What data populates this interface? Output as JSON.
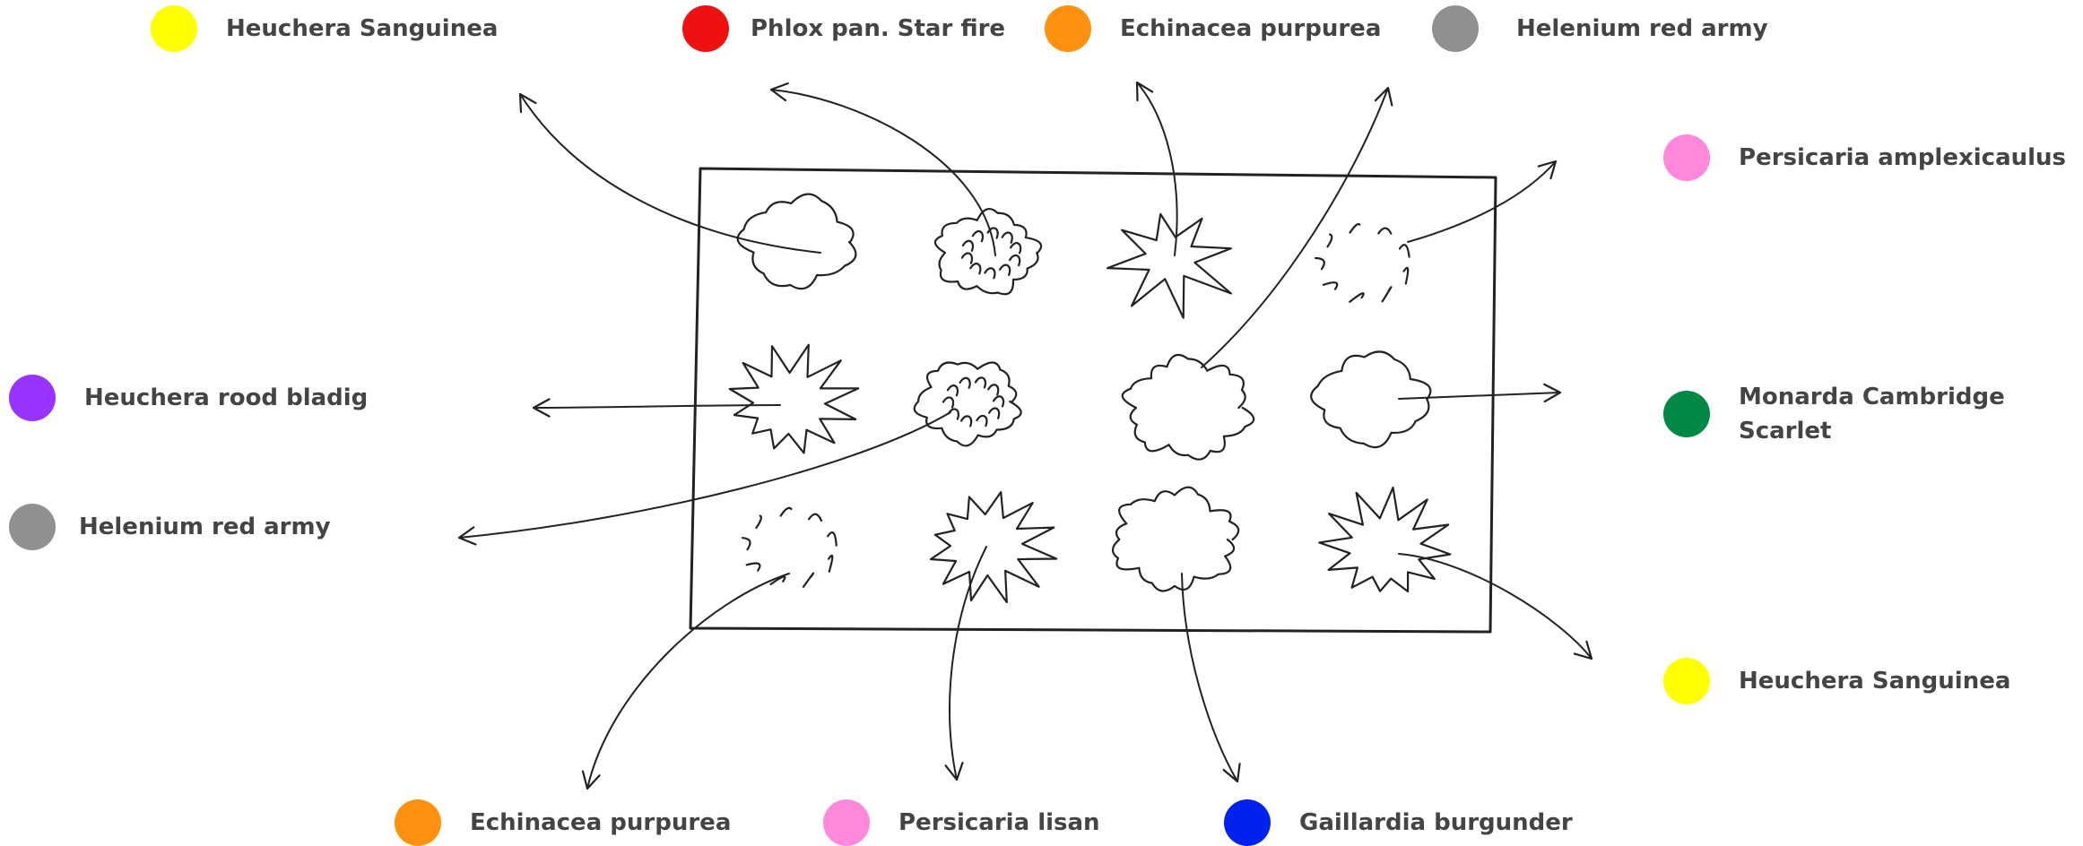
{
  "colors": {
    "yellow": "#ffff00",
    "red": "#ee1111",
    "orange": "#ff9010",
    "gray": "#909090",
    "pink": "#ff88dd",
    "purple": "#9933ff",
    "green": "#008844",
    "blue": "#0022ee"
  },
  "legend": [
    {
      "id": "top-1",
      "text": "Heuchera Sanguinea",
      "color": "yellow",
      "dot_icon": "yellow-dot-icon"
    },
    {
      "id": "top-2",
      "text": "Phlox pan. Star fire",
      "color": "red",
      "dot_icon": "red-dot-icon"
    },
    {
      "id": "top-3",
      "text": "Echinacea purpurea",
      "color": "orange",
      "dot_icon": "orange-dot-icon"
    },
    {
      "id": "top-4",
      "text": "Helenium red army",
      "color": "gray",
      "dot_icon": "gray-dot-icon"
    },
    {
      "id": "right-1",
      "text": "Persicaria amplexicaulus",
      "color": "pink",
      "dot_icon": "pink-dot-icon"
    },
    {
      "id": "right-2",
      "text": "Monarda Cambridge Scarlet",
      "color": "green",
      "dot_icon": "green-dot-icon"
    },
    {
      "id": "right-3",
      "text": "Heuchera Sanguinea",
      "color": "yellow",
      "dot_icon": "yellow-dot-icon"
    },
    {
      "id": "left-1",
      "text": "Heuchera rood bladig",
      "color": "purple",
      "dot_icon": "purple-dot-icon"
    },
    {
      "id": "left-2",
      "text": "Helenium red army",
      "color": "gray",
      "dot_icon": "gray-dot-icon"
    },
    {
      "id": "bottom-1",
      "text": "Echinacea purpurea",
      "color": "orange",
      "dot_icon": "orange-dot-icon"
    },
    {
      "id": "bottom-2",
      "text": "Persicaria lisan",
      "color": "pink",
      "dot_icon": "pink-dot-icon"
    },
    {
      "id": "bottom-3",
      "text": "Gaillardia burgunder",
      "color": "blue",
      "dot_icon": "blue-dot-icon"
    }
  ],
  "sketch": {
    "plants": [
      {
        "name": "plant-cloud-icon"
      },
      {
        "name": "plant-tufted-icon"
      },
      {
        "name": "plant-star-icon"
      },
      {
        "name": "plant-scribble-icon"
      },
      {
        "name": "plant-spiky-icon"
      },
      {
        "name": "plant-tufted-icon"
      },
      {
        "name": "plant-bubble-icon"
      },
      {
        "name": "plant-cloud-icon"
      },
      {
        "name": "plant-scribble-icon"
      },
      {
        "name": "plant-spiky-icon"
      },
      {
        "name": "plant-bubble-icon"
      },
      {
        "name": "plant-spiky-icon"
      }
    ]
  }
}
